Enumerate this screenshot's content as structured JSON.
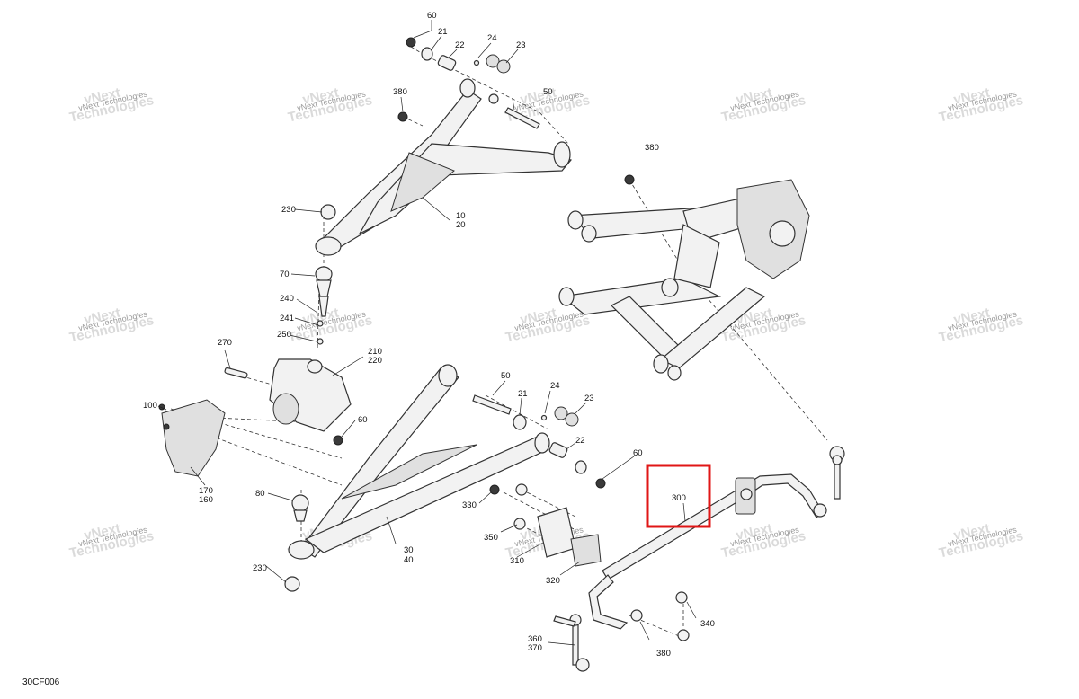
{
  "diagram_code": "30CF006",
  "highlight": {
    "label": "300",
    "color": "#e01616"
  },
  "watermark": {
    "line1": "vNext Technologies",
    "line2": "vNext"
  },
  "callouts": {
    "c60_top": "60",
    "c21_top": "21",
    "c22_top": "22",
    "c24_top": "24",
    "c23_top": "23",
    "c380_a": "380",
    "c50_top": "50",
    "c380_b": "380",
    "c230_top": "230",
    "c10": "10",
    "c20": "20",
    "c70": "70",
    "c240": "240",
    "c241": "241",
    "c250": "250",
    "c270": "270",
    "c210": "210",
    "c220": "220",
    "c100": "100",
    "c60_mid": "60",
    "c50_mid": "50",
    "c24_mid": "24",
    "c21_mid": "21",
    "c23_mid": "23",
    "c22_mid": "22",
    "c60_low": "60",
    "c170": "170",
    "c160": "160",
    "c80": "80",
    "c330": "330",
    "c300": "300",
    "c350": "350",
    "c310": "310",
    "c30": "30",
    "c40": "40",
    "c230_low": "230",
    "c320": "320",
    "c340": "340",
    "c360": "360",
    "c370": "370",
    "c380_c": "380"
  }
}
